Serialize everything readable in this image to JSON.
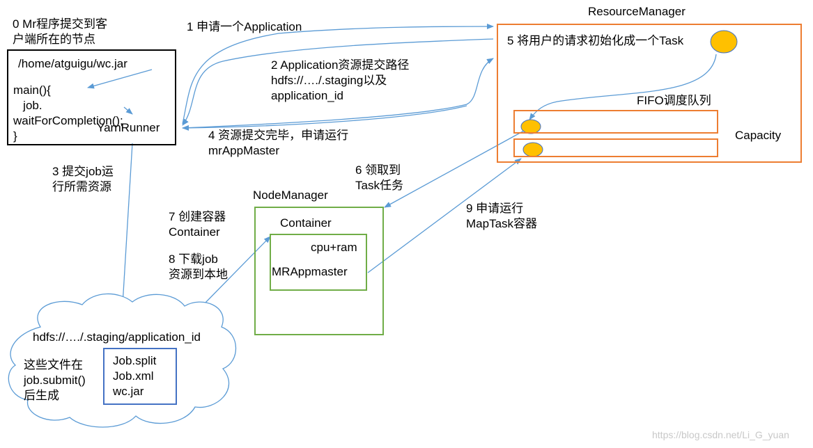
{
  "steps": {
    "s0": "0 Mr程序提交到客\n户端所在的节点",
    "s1": "1 申请一个Application",
    "s2": "2 Application资源提交路径\nhdfs://…./.staging以及\napplication_id",
    "s3": "3 提交job运\n行所需资源",
    "s4": "4 资源提交完毕，申请运行\nmrAppMaster",
    "s5": "5 将用户的请求初始化成一个Task",
    "s6": "6 领取到\nTask任务",
    "s7": "7 创建容器\nContainer",
    "s8": "8 下载job\n资源到本地",
    "s9": "9 申请运行\nMapTask容器"
  },
  "client": {
    "path": "/home/atguigu/wc.jar",
    "code": "main(){\n   job.\nwaitForCompletion();\n}",
    "runner": "YarnRunner"
  },
  "resource_manager": {
    "title": "ResourceManager",
    "queue_label": "FIFO调度队列",
    "capacity": "Capacity"
  },
  "node_manager": {
    "title": "NodeManager",
    "container_label": "Container",
    "resources": "cpu+ram",
    "app_master": "MRAppmaster"
  },
  "hdfs": {
    "path": "hdfs://…./.staging/application_id",
    "note": "这些文件在\njob.submit()\n后生成",
    "files": "Job.split\nJob.xml\nwc.jar"
  },
  "watermark": "https://blog.csdn.net/Li_G_yuan",
  "colors": {
    "arrow": "#5b9bd5",
    "rm_border": "#ed7d31",
    "nm_border": "#70ad47",
    "task": "#ffc000",
    "files_border": "#4472c4"
  }
}
